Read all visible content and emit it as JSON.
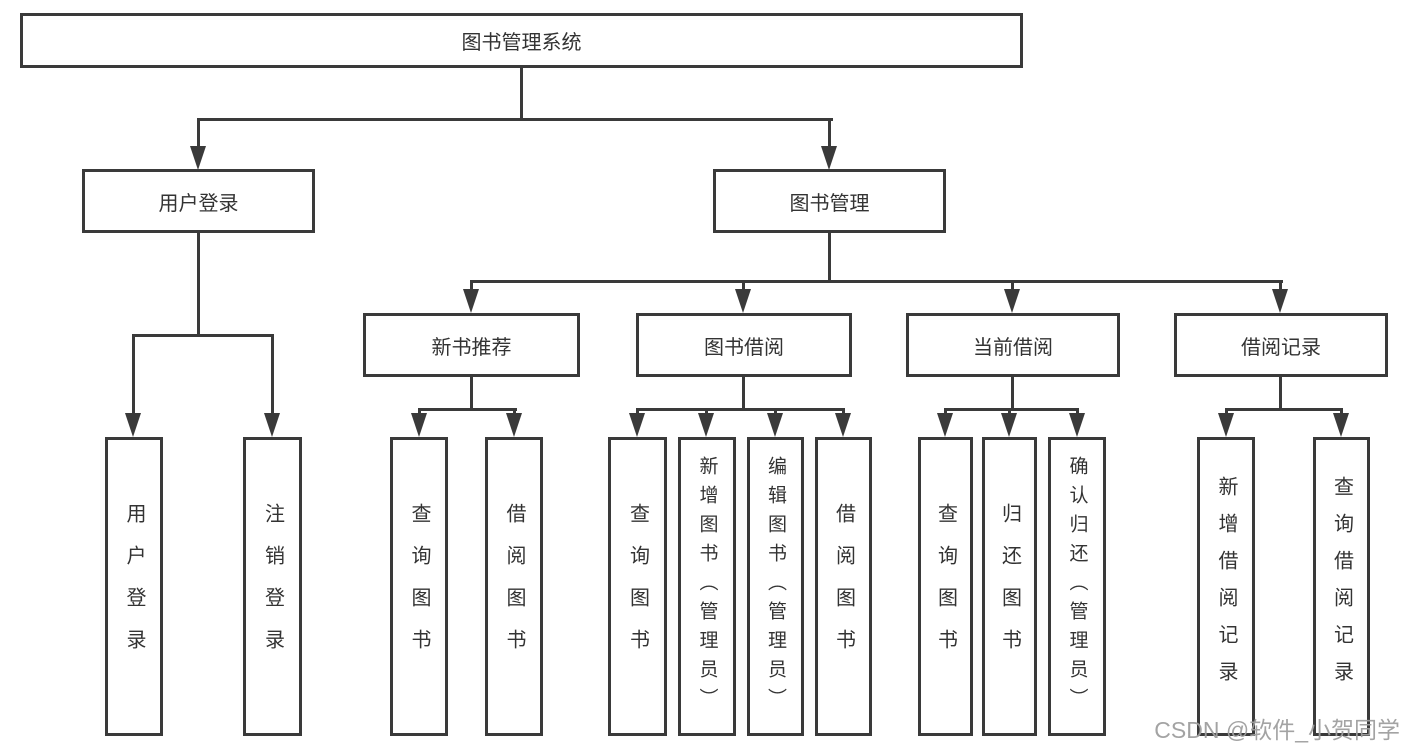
{
  "tree": {
    "root": {
      "label": "图书管理系统"
    },
    "branches": [
      {
        "label": "用户登录",
        "children": [
          {
            "label": "用户登录"
          },
          {
            "label": "注销登录"
          }
        ]
      },
      {
        "label": "图书管理",
        "children": [
          {
            "label": "新书推荐",
            "children": [
              {
                "label": "查询图书"
              },
              {
                "label": "借阅图书"
              }
            ]
          },
          {
            "label": "图书借阅",
            "children": [
              {
                "label": "查询图书"
              },
              {
                "label": "新增图书（管理员）"
              },
              {
                "label": "编辑图书（管理员）"
              },
              {
                "label": "借阅图书"
              }
            ]
          },
          {
            "label": "当前借阅",
            "children": [
              {
                "label": "查询图书"
              },
              {
                "label": "归还图书"
              },
              {
                "label": "确认归还（管理员）"
              }
            ]
          },
          {
            "label": "借阅记录",
            "children": [
              {
                "label": "新增借阅记录"
              },
              {
                "label": "查询借阅记录"
              }
            ]
          }
        ]
      }
    ]
  },
  "watermark": "CSDN @软件_小贺同学",
  "colors": {
    "line": "#3a3a3a",
    "text": "#333333",
    "watermark": "#9e9e9e",
    "background": "#ffffff"
  }
}
